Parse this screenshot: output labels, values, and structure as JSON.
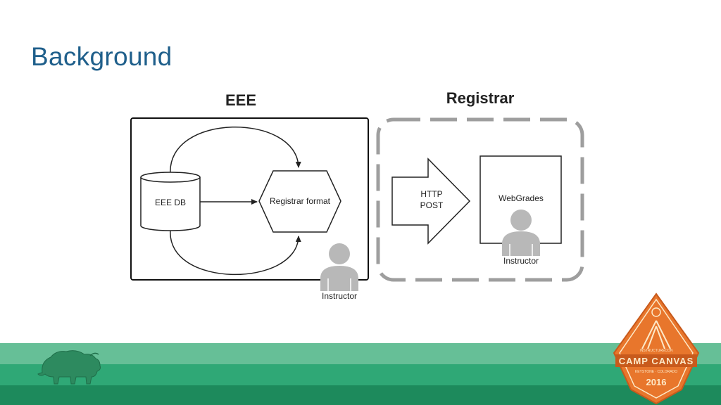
{
  "slide": {
    "title": "Background"
  },
  "diagram": {
    "eee_group_label": "EEE",
    "registrar_group_label": "Registrar",
    "eee_db_label": "EEE DB",
    "registrar_format_label": "Registrar format",
    "arrow_label_line1": "HTTP",
    "arrow_label_line2": "POST",
    "webgrades_label": "WebGrades",
    "instructor_label_1": "Instructor",
    "instructor_label_2": "Instructor"
  },
  "badge": {
    "top_text": "INSTRUCTURECON",
    "main_text": "CAMP CANVAS",
    "sub_text": "KEYSTONE · COLORADO",
    "year": "2016",
    "colors": {
      "orange": "#e8762c",
      "dark_orange": "#c85a1c",
      "cream": "#fde9c8"
    }
  },
  "colors": {
    "title": "#1f5f8b",
    "footer_light": "#66bf97",
    "footer_mid": "#2fa876",
    "footer_dark": "#1d8a5c"
  }
}
